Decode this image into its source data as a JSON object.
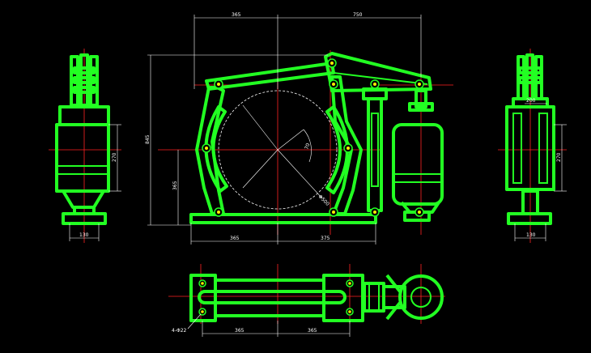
{
  "dimensions": {
    "top_left": "365",
    "top_right": "750",
    "overall_height": "845",
    "axis_height": "365",
    "bottom_left": "365",
    "bottom_right": "375",
    "angle": "70",
    "drum_diameter": "Φ500",
    "left_view_height": "270",
    "left_view_width": "130",
    "right_view_height": "270",
    "right_view_inner_width": "200",
    "right_view_width": "130",
    "plan_left": "365",
    "plan_right": "365",
    "mount_holes": "4-Φ22"
  }
}
